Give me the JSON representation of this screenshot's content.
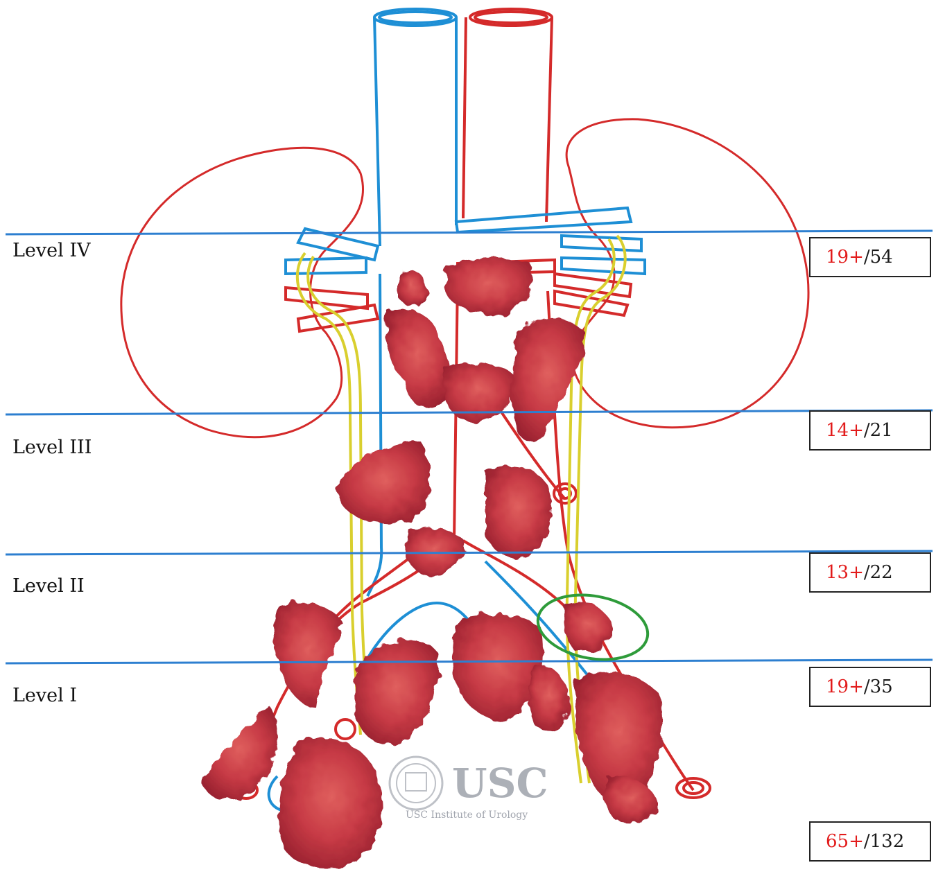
{
  "levels": [
    {
      "label": "Level IV",
      "positive": "19+",
      "total": "/54"
    },
    {
      "label": "Level III",
      "positive": "14+",
      "total": "/21"
    },
    {
      "label": "Level II",
      "positive": "13+",
      "total": "/22"
    },
    {
      "label": "Level I",
      "positive": "19+",
      "total": "/35"
    }
  ],
  "overall": {
    "positive": "65+",
    "total": "/132"
  },
  "watermark": {
    "brand": "USC",
    "caption": "USC Institute of Urology"
  },
  "colors": {
    "vein": "#1e8fd5",
    "artery": "#d42a2a",
    "ureter": "#d9cf2e",
    "level_line": "#2d7fd0",
    "highlight": "#2e9b3a",
    "node_tissue": "#c73a45",
    "positive_count": "#e21b1b"
  }
}
